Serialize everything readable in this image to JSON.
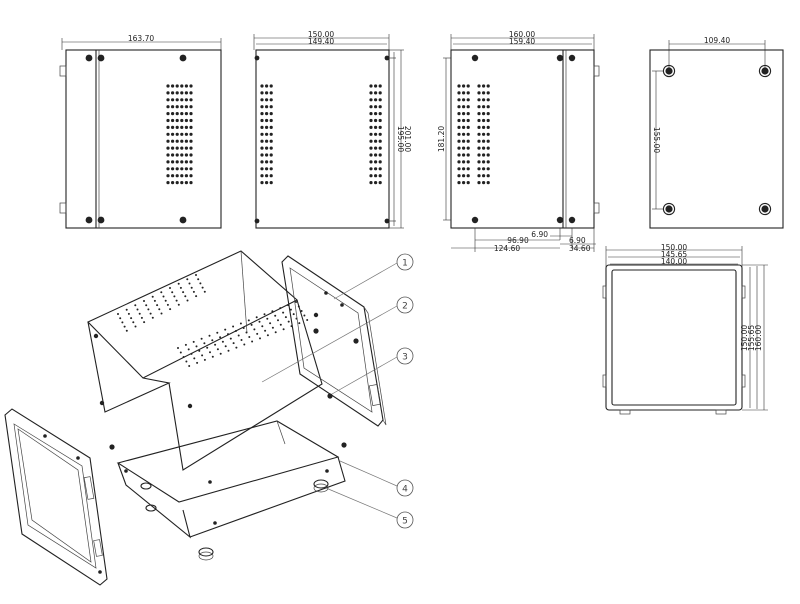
{
  "views": {
    "side_left": {
      "width_dim": "163.70"
    },
    "front": {
      "width_dims": [
        "150.00",
        "149.40"
      ],
      "height_dims": [
        "195.00",
        "201.00"
      ]
    },
    "side_right": {
      "width_dims": [
        "160.00",
        "159.40"
      ],
      "height_dim": "181.20",
      "bottom_dims": [
        "6.90",
        "96.90",
        "6.90",
        "124.60",
        "34.60"
      ]
    },
    "back": {
      "width_dim": "109.40",
      "height_dim": "155.00"
    },
    "top": {
      "width_dims": [
        "150.00",
        "145.65",
        "140.00"
      ],
      "height_dims": [
        "150.00",
        "155.65",
        "160.00"
      ]
    }
  },
  "callouts": [
    "1",
    "2",
    "3",
    "4",
    "5"
  ]
}
